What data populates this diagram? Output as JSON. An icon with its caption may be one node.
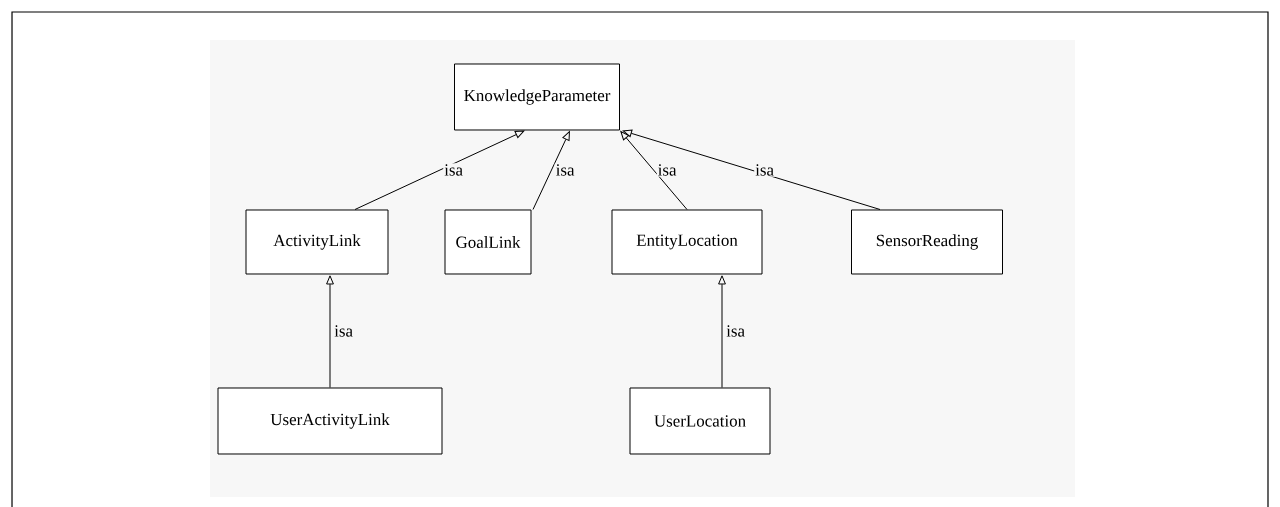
{
  "diagram": {
    "nodes": [
      {
        "text": [
          "KnowledgeParameter"
        ]
      },
      {
        "text": [
          "ActivityLink"
        ]
      },
      {
        "text": [
          "GoalLink"
        ]
      },
      {
        "text": [
          "EntityLocation"
        ]
      },
      {
        "text": [
          "SensorReading"
        ]
      },
      {
        "text": [
          "UserActivityLink"
        ]
      },
      {
        "text": [
          "UserLocation"
        ]
      }
    ],
    "edges": [
      {
        "from": 1,
        "to": 0,
        "arrow": "to",
        "label": "isa"
      },
      {
        "from": 2,
        "to": 0,
        "arrow": "to",
        "label": "isa"
      },
      {
        "from": 3,
        "to": 0,
        "arrow": "to",
        "label": "isa"
      },
      {
        "from": 4,
        "to": 0,
        "arrow": "to",
        "label": "isa"
      },
      {
        "from": 5,
        "to": 1,
        "arrow": "to",
        "label": "isa"
      },
      {
        "from": 6,
        "to": 3,
        "arrow": "to",
        "label": "isa"
      }
    ]
  }
}
